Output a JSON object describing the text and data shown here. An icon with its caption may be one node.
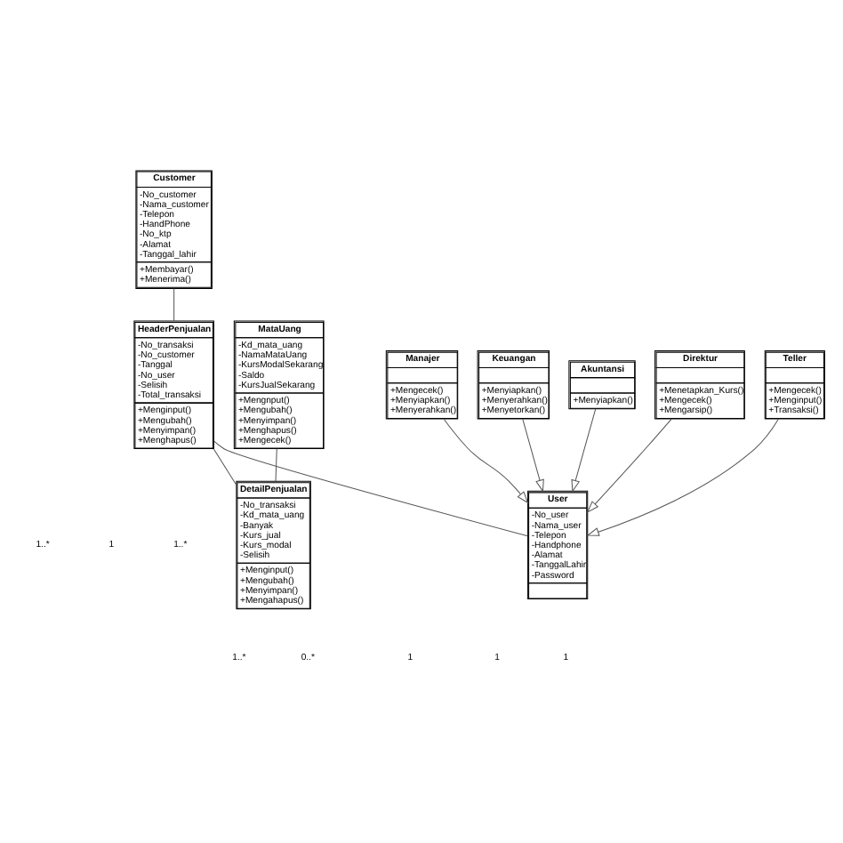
{
  "diagram": {
    "nodes": [
      {
        "text": [
          "Customer",
          "-No_customer",
          "-Nama_customer",
          "-Telepon",
          "-HandPhone",
          "-No_ktp",
          "-Alamat",
          "-Tanggal_lahir",
          "+Membayar()",
          "+Menerima()"
        ]
      },
      {
        "text": [
          "HeaderPenjualan",
          "-No_transaksi",
          "-No_customer",
          "-Tanggal",
          "-No_user",
          "-Selisih",
          "-Total_transaksi",
          "+Menginput()",
          "+Mengubah()",
          "+Menyimpan()",
          "+Menghapus()"
        ]
      },
      {
        "text": [
          "MataUang",
          "-Kd_mata_uang",
          "-NamaMataUang",
          "-KursModalSekarang",
          "-Saldo",
          "-KursJualSekarang",
          "+Mengnput()",
          "+Mengubah()",
          "+Menyimpan()",
          "+Menghapus()",
          "+Mengecek()"
        ]
      },
      {
        "text": [
          "DetailPenjualan",
          "-No_transaksi",
          "-Kd_mata_uang",
          "-Banyak",
          "-Kurs_jual",
          "-Kurs_modal",
          "-Selisih",
          "+Menginput()",
          "+Mengubah()",
          "+Menyimpan()",
          "+Mengahapus()"
        ]
      },
      {
        "text": [
          "User",
          "-No_user",
          "-Nama_user",
          "-Telepon",
          "-Handphone",
          "-Alamat",
          "-TanggalLahir",
          "-Password"
        ]
      },
      {
        "text": [
          "Direktur",
          "+Menetapkan_Kurs()",
          "+Mengecek()",
          "+Mengarsip()"
        ]
      },
      {
        "text": [
          "Teller",
          "+Mengecek()",
          "+Menginput()",
          "+Transaksi()"
        ]
      },
      {
        "text": [
          "Manajer",
          "+Mengecek()",
          "+Menyiapkan()",
          "+Menyerahkan()"
        ]
      },
      {
        "text": [
          "Keuangan",
          "+Menyiapkan()",
          "+Menyerahkan()",
          "+Menyetorkan()"
        ]
      },
      {
        "text": [
          "Akuntansi",
          "+Menyiapkan()"
        ]
      }
    ],
    "edges": [
      {
        "from": 0,
        "to": 1,
        "arrow": "none"
      },
      {
        "from": 1,
        "to": 4,
        "arrow": "none"
      },
      {
        "from": 1,
        "to": 3,
        "arrow": "none"
      },
      {
        "from": 2,
        "to": 3,
        "arrow": "none"
      },
      {
        "from": 5,
        "to": 4,
        "arrow": "to"
      },
      {
        "from": 6,
        "to": 4,
        "arrow": "to"
      },
      {
        "from": 7,
        "to": 4,
        "arrow": "to"
      },
      {
        "from": 8,
        "to": 4,
        "arrow": "to"
      },
      {
        "from": 9,
        "to": 4,
        "arrow": "to"
      }
    ],
    "labels": [
      "1",
      "1..*",
      "1..*",
      "1",
      "1",
      "1",
      "0..*",
      "1..*"
    ]
  }
}
